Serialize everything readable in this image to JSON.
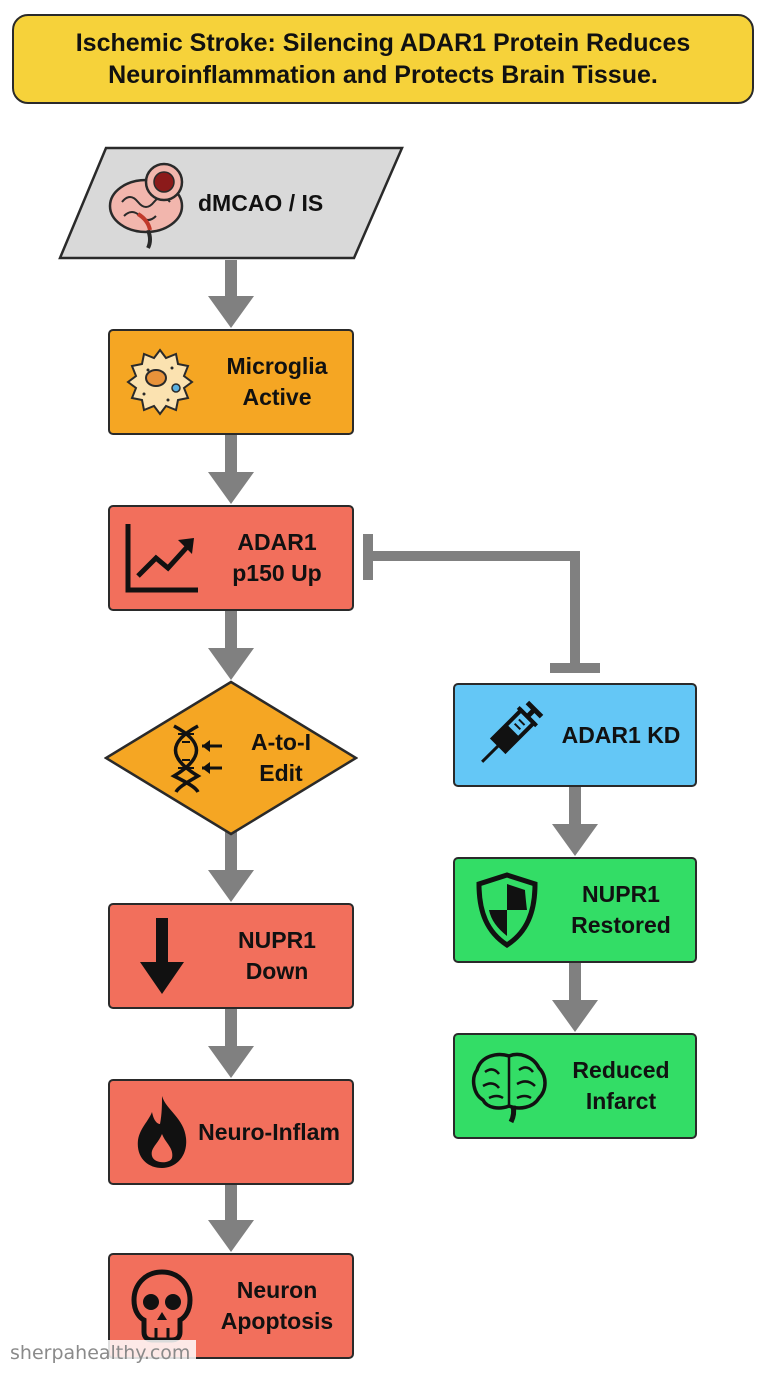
{
  "title": {
    "line1": "Ischemic Stroke: Silencing ADAR1 Protein Reduces",
    "line2": "Neuroinflammation and Protects Brain Tissue."
  },
  "nodes": {
    "start": {
      "label": "dMCAO / IS",
      "icon": "brain-lesion-icon"
    },
    "microglia": {
      "line1": "Microglia",
      "line2": "Active",
      "icon": "microglia-cell-icon"
    },
    "adar1_up": {
      "line1": "ADAR1",
      "line2": "p150 Up",
      "icon": "trend-up-chart-icon"
    },
    "edit": {
      "line1": "A-to-I",
      "line2": "Edit",
      "icon": "dna-icon"
    },
    "nupr1_down": {
      "line1": "NUPR1",
      "line2": "Down",
      "icon": "arrow-down-icon"
    },
    "neuro_inflam": {
      "line1": "Neuro-Inflam",
      "icon": "flame-icon"
    },
    "apoptosis": {
      "line1": "Neuron",
      "line2": "Apoptosis",
      "icon": "skull-icon"
    },
    "adar1_kd": {
      "line1": "ADAR1 KD",
      "icon": "syringe-icon"
    },
    "nupr1_restored": {
      "line1": "NUPR1",
      "line2": "Restored",
      "icon": "shield-icon"
    },
    "reduced_infarct": {
      "line1": "Reduced",
      "line2": "Infarct",
      "icon": "brain-icon"
    }
  },
  "colors": {
    "title_bg": "#f6d23a",
    "start_bg": "#d9d9d9",
    "orange": "#f5a623",
    "red": "#f26f5c",
    "blue": "#64c7f6",
    "green": "#33dd66",
    "arrow": "#808080"
  },
  "watermark": "sherpahealthy.com"
}
